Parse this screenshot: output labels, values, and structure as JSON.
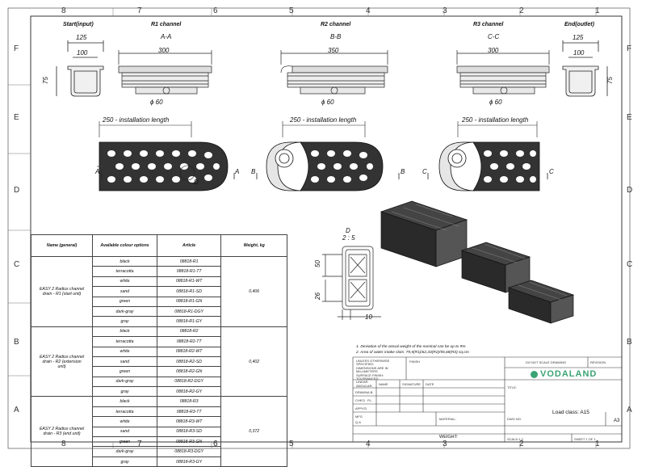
{
  "zones_top": [
    "8",
    "7",
    "6",
    "5",
    "4",
    "3",
    "2",
    "1"
  ],
  "zones_side": [
    "F",
    "E",
    "D",
    "C",
    "B",
    "A"
  ],
  "headers": {
    "start": "Start(input)",
    "r1": "R1 channel",
    "r2": "R2 channel",
    "r3": "R3 channel",
    "end": "End(outlet)"
  },
  "sections": {
    "r1": "A-A",
    "r2": "B-B",
    "r3": "C-C"
  },
  "dims": {
    "start_w1": "125",
    "start_w2": "100",
    "start_h": "75",
    "end_w1": "125",
    "end_w2": "100",
    "end_h": "75",
    "r1_w": "300",
    "r2_w": "350",
    "r3_w": "300",
    "phi": "ϕ 60",
    "install": "250 - installation length",
    "detail_h1": "50",
    "detail_h2": "26",
    "detail_w": "10"
  },
  "cut_marks": {
    "a": "A",
    "b": "B",
    "c": "C",
    "d": "D"
  },
  "detail": {
    "label": "D",
    "scale": "2 : 5"
  },
  "table": {
    "headers": [
      "Name (general)",
      "Available colour options",
      "Article",
      "Weight, kg"
    ],
    "groups": [
      {
        "name": "EASY 2 Radius channel drain - R1 (start unit)",
        "weight": "0,406",
        "rows": [
          {
            "color": "black",
            "article": "08818-R1"
          },
          {
            "color": "terracotta",
            "article": "08818-R1-TT"
          },
          {
            "color": "white",
            "article": "08818-R1-WT"
          },
          {
            "color": "sand",
            "article": "08818-R1-SD"
          },
          {
            "color": "green",
            "article": "08818-R1-GN"
          },
          {
            "color": "dark-gray",
            "article": "08818-R1-DGY"
          },
          {
            "color": "gray",
            "article": "08818-R1-GY"
          }
        ]
      },
      {
        "name": "EASY 2 Radius channel drain - R2 (extension unit)",
        "weight": "0,402",
        "rows": [
          {
            "color": "black",
            "article": "08818-R2"
          },
          {
            "color": "terracotta",
            "article": "08818-R2-TT"
          },
          {
            "color": "white",
            "article": "08818-R2-WT"
          },
          {
            "color": "sand",
            "article": "08818-R2-SD"
          },
          {
            "color": "green",
            "article": "08818-R2-GN"
          },
          {
            "color": "dark-gray",
            "article": "08818-R2-DGY"
          },
          {
            "color": "gray",
            "article": "08818-R2-GY"
          }
        ]
      },
      {
        "name": "EASY 2 Radius channel drain - R3 (end unit)",
        "weight": "0,372",
        "rows": [
          {
            "color": "black",
            "article": "08818-R3"
          },
          {
            "color": "terracotta",
            "article": "08818-R3-TT"
          },
          {
            "color": "white",
            "article": "08818-R3-WT"
          },
          {
            "color": "sand",
            "article": "08818-R3-SD"
          },
          {
            "color": "green",
            "article": "08818-R3-GN"
          },
          {
            "color": "dark-gray",
            "article": "08818-R3-DGY"
          },
          {
            "color": "gray",
            "article": "08818-R3-GY"
          }
        ]
      }
    ]
  },
  "notes": {
    "n1": "1. Deviation of the actual weight of the nominal can be up to 9%",
    "n2": "2. Area of water intake slots: 79,5(R1)/62,33(R2)/55,68(R3) sq.cm"
  },
  "title_block": {
    "brand": "VODALAND",
    "load_class": "Load class: A15",
    "sheet_size": "A3",
    "weight_label": "WEIGHT:",
    "do_not_scale": "DO NOT SCALE DRAWING",
    "revision": "REVISION",
    "title": "TITLE:",
    "finish": "FINISH",
    "material": "MATERIAL:",
    "dwg_no": "DWG NO.",
    "scale": "SCALE:1:2",
    "sheet": "SHEET 1 OF 1",
    "rows": [
      "DRAWN",
      "CHK'D",
      "APPV'D",
      "MFG",
      "Q.A"
    ],
    "cols": [
      "NAME",
      "SIGNATURE",
      "DATE"
    ],
    "drawn_name": "A.B.",
    "chkd_name": "P.L.",
    "small": [
      "UNLESS OTHERWISE SPECIFIED:",
      "DIMENSIONS ARE IN MILLIMETERS",
      "SURFACE FINISH:",
      "TOLERANCES:",
      "LINEAR:",
      "ANGULAR:"
    ]
  }
}
